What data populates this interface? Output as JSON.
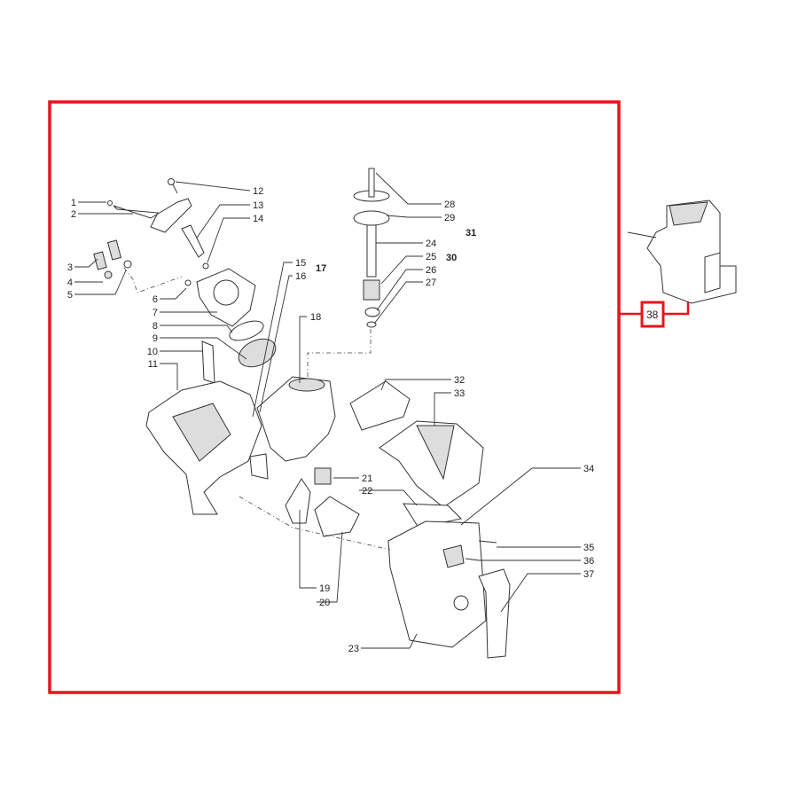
{
  "title": "Exploded parts diagram",
  "callouts": [
    "1",
    "2",
    "3",
    "4",
    "5",
    "6",
    "7",
    "8",
    "9",
    "10",
    "11",
    "12",
    "13",
    "14",
    "15",
    "16",
    "17",
    "18",
    "19",
    "20",
    "21",
    "22",
    "23",
    "24",
    "25",
    "26",
    "27",
    "28",
    "29",
    "30",
    "31",
    "32",
    "33",
    "34",
    "35",
    "36",
    "37"
  ],
  "assembly_callout": "38",
  "colors": {
    "frame": "#e8141b",
    "line": "#333333"
  }
}
